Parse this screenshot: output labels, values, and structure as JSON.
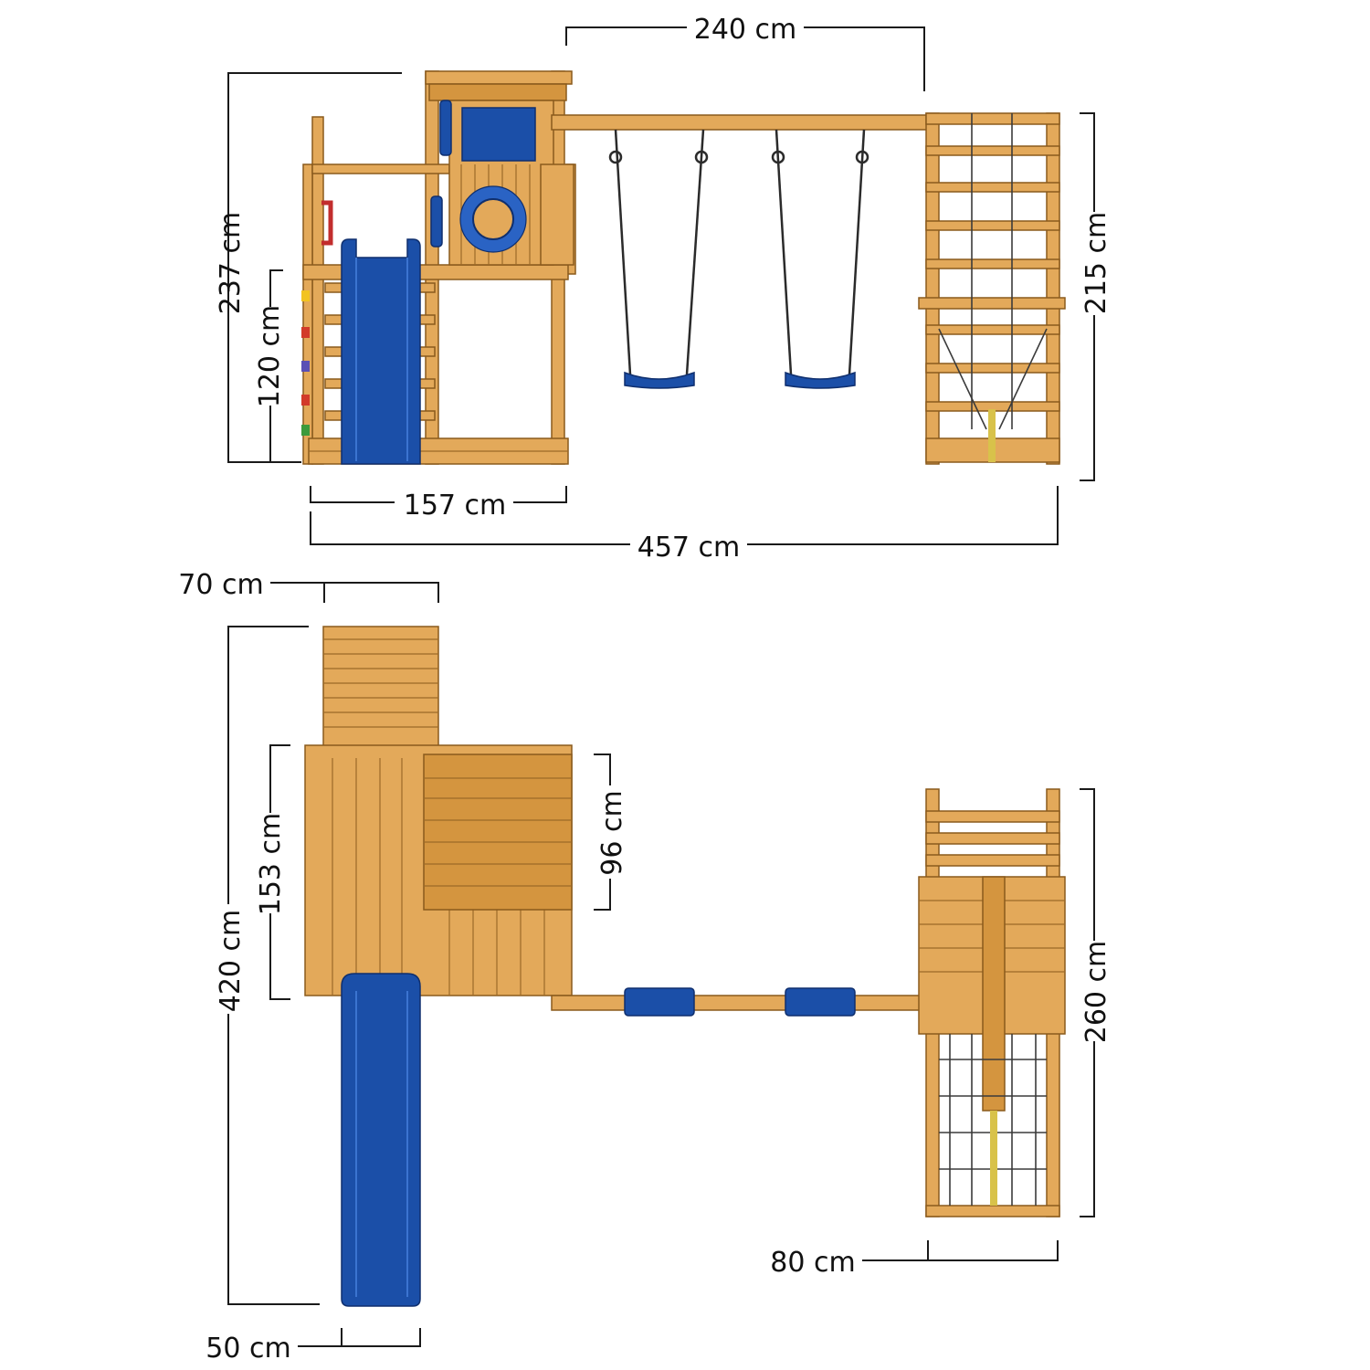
{
  "diagram": {
    "kind": "playground-dimension-drawing",
    "views": [
      "front-view",
      "top-view"
    ],
    "colors": {
      "wood": "#e3a95a",
      "wood_outline": "#8a5a1c",
      "slide_blue": "#1b4fa8",
      "dimension_line": "#1a1a1a"
    }
  },
  "front_view": {
    "dims": {
      "swing_beam_width": "240 cm",
      "total_height": "237 cm",
      "platform_height": "120 cm",
      "climbing_frame_height": "215 cm",
      "tower_width": "157 cm",
      "total_width": "457 cm"
    }
  },
  "top_view": {
    "dims": {
      "ladder_width": "70 cm",
      "tower_depth": "153 cm",
      "sandbox_depth": "96 cm",
      "total_depth": "420 cm",
      "climbing_frame_depth": "260 cm",
      "climbing_frame_width": "80 cm",
      "slide_width": "50 cm"
    }
  }
}
